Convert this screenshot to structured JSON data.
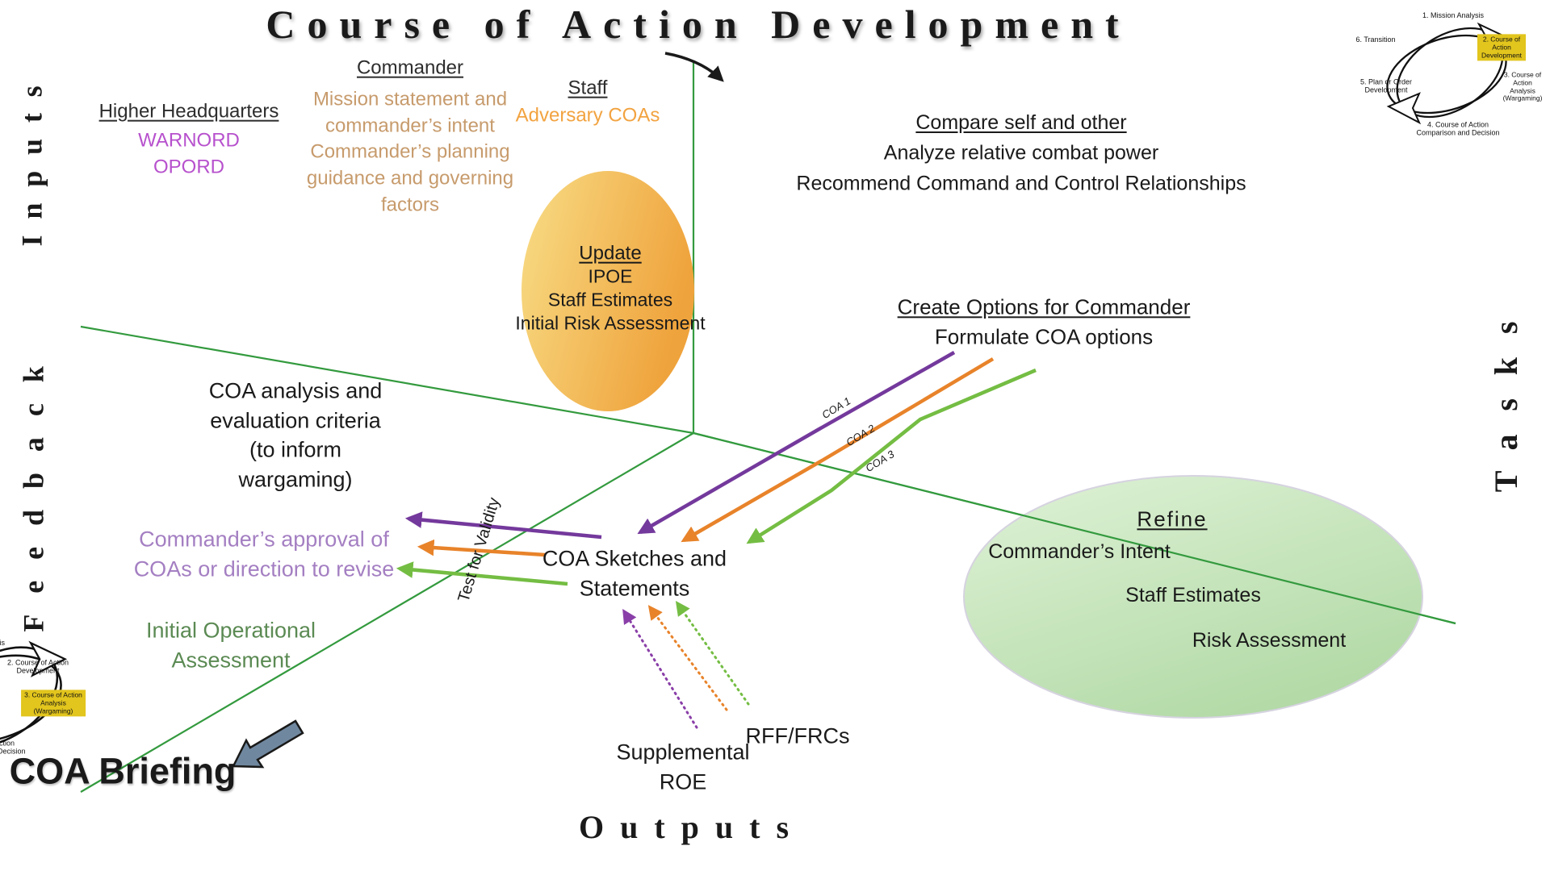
{
  "title": "Course of Action Development",
  "axis_labels": {
    "inputs": "Inputs",
    "tasks": "Tasks",
    "feedback": "Feedback",
    "outputs": "Outputs"
  },
  "inputs_quadrant": {
    "higher_headquarters_heading": "Higher Headquarters",
    "higher_headquarters_items": "WARNORD\nOPORD",
    "commander_heading": "Commander",
    "commander_items": "Mission statement and\ncommander’s intent\nCommander’s planning\nguidance and governing\nfactors",
    "staff_heading": "Staff",
    "staff_items": "Adversary COAs"
  },
  "tasks_quadrant": {
    "compare_heading": "Compare self and other",
    "compare_items": "Analyze relative combat power\nRecommend Command and Control Relationships",
    "create_heading": "Create Options for Commander",
    "create_items": "Formulate COA options",
    "update_heading": "Update",
    "update_items": "IPOE\nStaff Estimates\nInitial Risk Assessment",
    "refine_heading": "Refine",
    "refine_item_1": "Commander’s Intent",
    "refine_item_2": "Staff Estimates",
    "refine_item_3": "Risk Assessment",
    "coa_line_labels": [
      "COA 1",
      "COA 2",
      "COA 3"
    ]
  },
  "center": {
    "sketches": "COA Sketches and\nStatements",
    "test_validity": "Test for Validity"
  },
  "feedback_quadrant": {
    "evaluation": "COA analysis and\nevaluation criteria\n(to inform\nwargaming)",
    "approval": "Commander’s approval of\nCOAs or direction to revise",
    "assessment": "Initial Operational\nAssessment",
    "briefing": "COA Briefing"
  },
  "outputs_quadrant": {
    "supplemental_roe": "Supplemental\nROE",
    "rff_frcs": "RFF/FRCs"
  },
  "mdmp_cycle_steps": [
    "1. Mission Analysis",
    "2. Course of Action\nDevelopment",
    "3. Course of Action\nAnalysis\n(Wargaming)",
    "4. Course of Action\nComparison and Decision",
    "5. Plan or Order\nDevelopment",
    "6. Transition"
  ],
  "colors": {
    "axis_green": "#339a3e",
    "coa1_purple": "#74399c",
    "coa2_orange": "#e8832a",
    "coa3_green": "#74bd43",
    "dotted_purple": "#8a3fa8",
    "approval_text_purple": "#a47fc2",
    "warnord_magenta": "#b751cd",
    "commander_tan": "#c79b6c",
    "adversary_orange": "#f2a340",
    "assessment_green": "#5b8a53",
    "update_ellipse_orange": "#efa33c",
    "refine_ellipse_green": "#b3daa7",
    "highlight_yellow": "#e2c51d",
    "briefing_arrow_slate": "#70889f"
  }
}
